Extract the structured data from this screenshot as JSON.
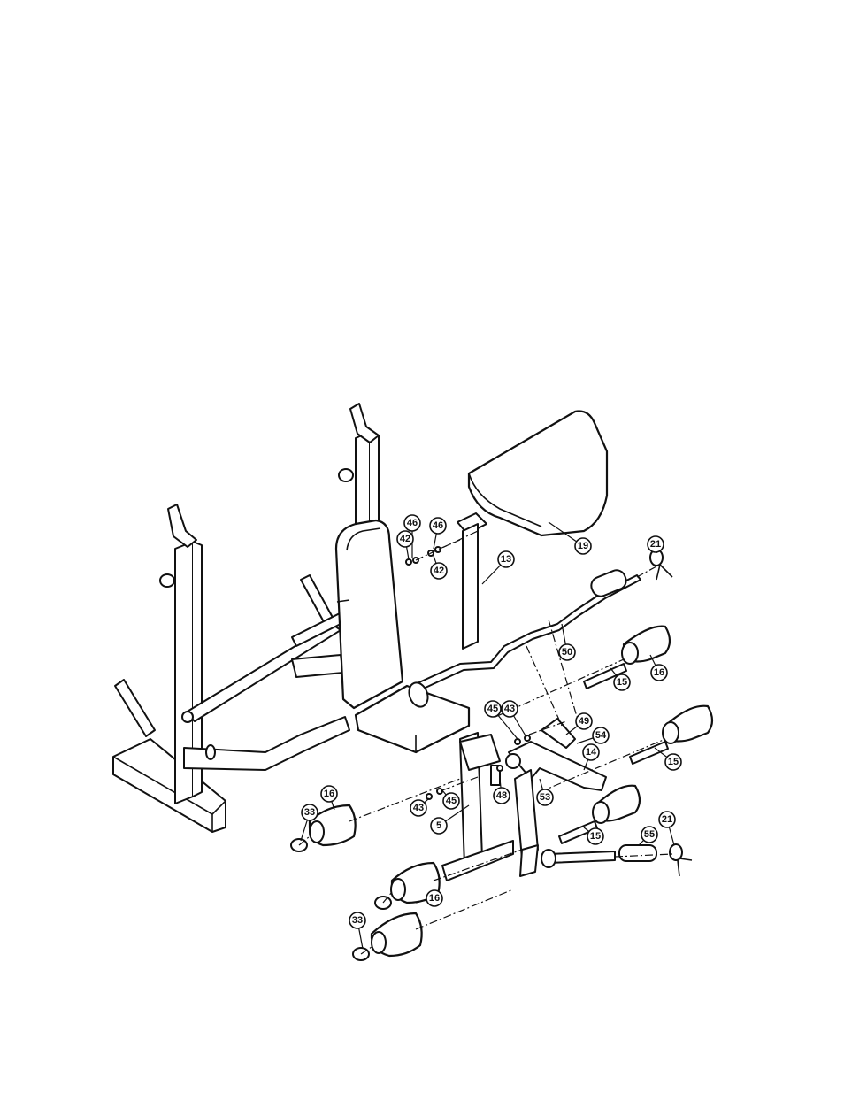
{
  "diagram": {
    "callouts": [
      {
        "label": "19"
      },
      {
        "label": "13"
      },
      {
        "label": "46"
      },
      {
        "label": "46"
      },
      {
        "label": "42"
      },
      {
        "label": "42"
      },
      {
        "label": "21"
      },
      {
        "label": "50"
      },
      {
        "label": "16"
      },
      {
        "label": "15"
      },
      {
        "label": "49"
      },
      {
        "label": "45"
      },
      {
        "label": "43"
      },
      {
        "label": "54"
      },
      {
        "label": "14"
      },
      {
        "label": "15"
      },
      {
        "label": "53"
      },
      {
        "label": "48"
      },
      {
        "label": "45"
      },
      {
        "label": "43"
      },
      {
        "label": "5"
      },
      {
        "label": "16"
      },
      {
        "label": "33"
      },
      {
        "label": "15"
      },
      {
        "label": "55"
      },
      {
        "label": "21"
      },
      {
        "label": "16"
      },
      {
        "label": "33"
      }
    ]
  }
}
